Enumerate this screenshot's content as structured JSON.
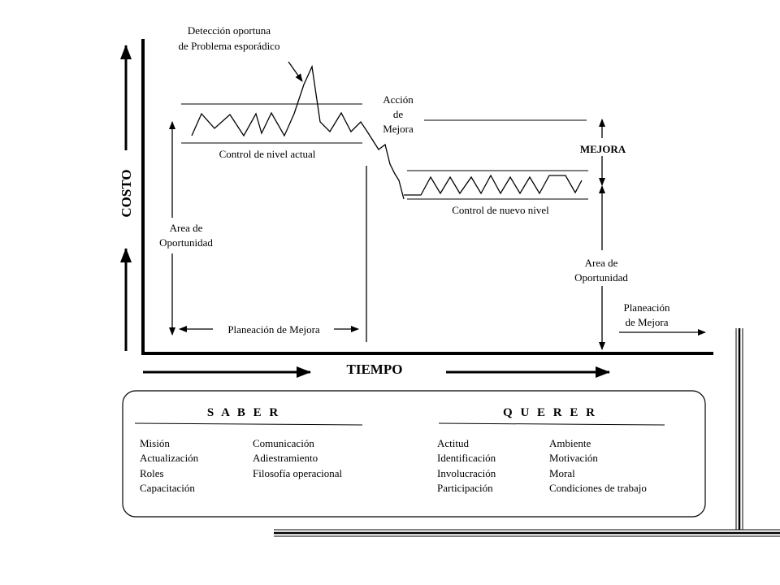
{
  "annotations": {
    "detection_line1": "Detección oportuna",
    "detection_line2": "de Problema  esporádico",
    "action_line1": "Acción",
    "action_line2": "de",
    "action_line3": "Mejora",
    "control_current": "Control de nivel actual",
    "control_new": "Control de nuevo nivel",
    "improvement": "MEJORA",
    "opportunity_left_line1": "Area de",
    "opportunity_left_line2": "Oportunidad",
    "opportunity_right_line1": "Area de",
    "opportunity_right_line2": "Oportunidad",
    "planning_left": "Planeación  de Mejora",
    "planning_right_line1": "Planeación",
    "planning_right_line2": "de Mejora"
  },
  "axes": {
    "y_title": "COSTO",
    "x_title": "TIEMPO"
  },
  "saber": {
    "title": "S A B E R",
    "col1": [
      "Misión",
      "Actualización",
      "Roles",
      "Capacitación"
    ],
    "col2": [
      "Comunicación",
      "Adiestramiento",
      "Filosofía operacional"
    ]
  },
  "querer": {
    "title": "Q U E R E R",
    "col1": [
      "Actitud",
      "Identificación",
      "Involucración",
      "Participación"
    ],
    "col2": [
      "Ambiente",
      "Motivación",
      "Moral",
      "Condiciones de trabajo"
    ]
  }
}
